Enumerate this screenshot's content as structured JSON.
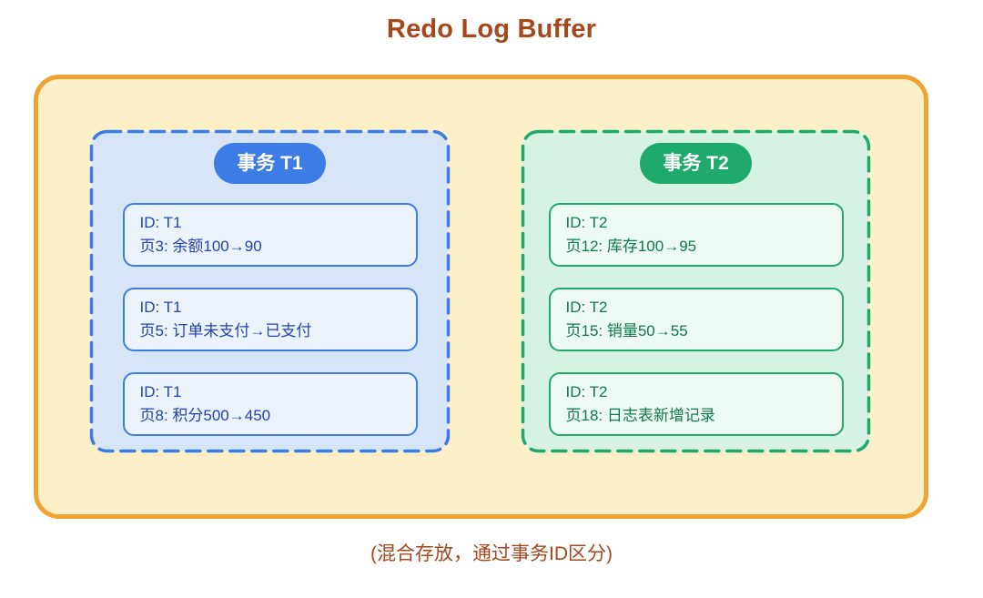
{
  "page": {
    "title": "Redo Log Buffer",
    "caption": "(混合存放，通过事务ID区分)"
  },
  "colors": {
    "title_text": "#A5481D",
    "caption_text": "#A5481D",
    "outer_border": "#F0A232",
    "outer_bg": "#FCF0C8",
    "t1_accent": "#3D7BE5",
    "t1_panel_bg": "#D8E5F8",
    "t1_card_bg": "#ECF3FD",
    "t1_text": "#2343B5",
    "t2_accent": "#1FA96C",
    "t2_panel_bg": "#D5F2E3",
    "t2_card_bg": "#EEFBF4",
    "t2_text": "#0E7A4E"
  },
  "buffer": {
    "groups": [
      {
        "id": "T1",
        "badge": "事务 T1",
        "entries": [
          {
            "id_line": "ID: T1",
            "detail_line": "页3: 余额100→90"
          },
          {
            "id_line": "ID: T1",
            "detail_line": "页5: 订单未支付→已支付"
          },
          {
            "id_line": "ID: T1",
            "detail_line": "页8: 积分500→450"
          }
        ]
      },
      {
        "id": "T2",
        "badge": "事务 T2",
        "entries": [
          {
            "id_line": "ID: T2",
            "detail_line": "页12: 库存100→95"
          },
          {
            "id_line": "ID: T2",
            "detail_line": "页15: 销量50→55"
          },
          {
            "id_line": "ID: T2",
            "detail_line": "页18: 日志表新增记录"
          }
        ]
      }
    ]
  }
}
